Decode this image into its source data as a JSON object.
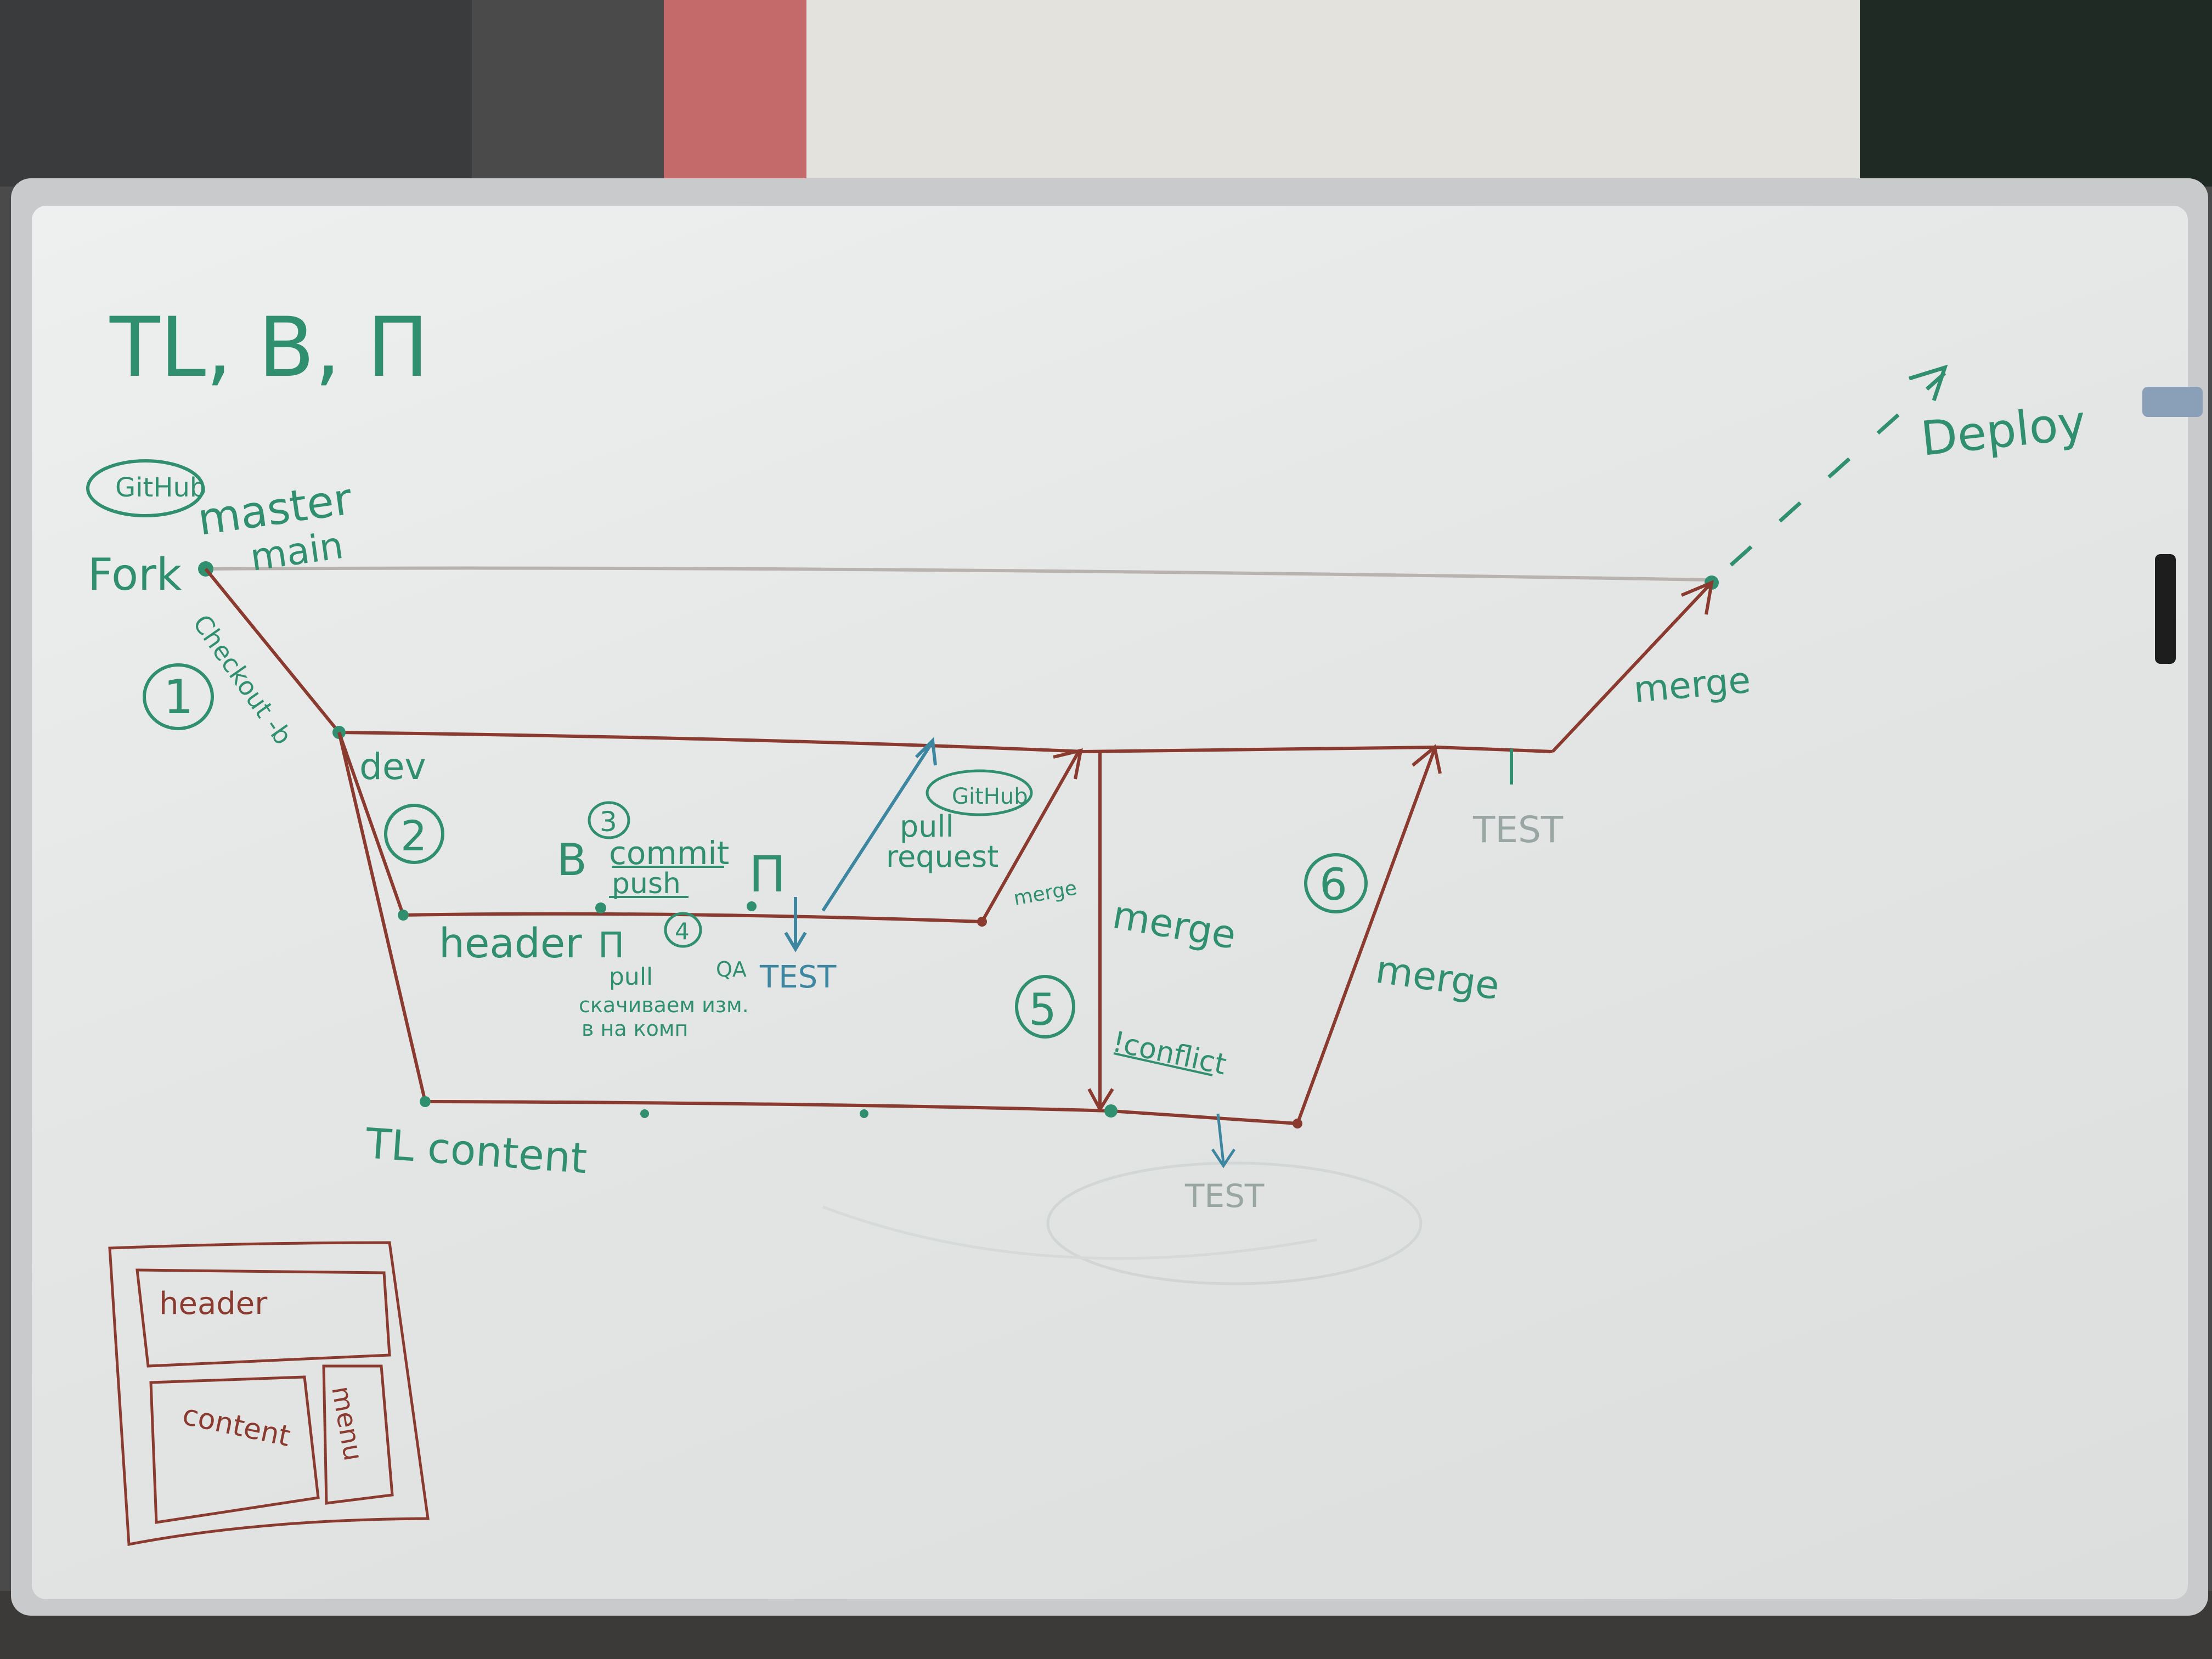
{
  "title": "TL, B, П",
  "github_badge_top": "GitHub",
  "fork_label": "Fork",
  "master_label": "master",
  "main_label": "main",
  "checkout_label": "Checkout -b",
  "step1": "1",
  "dev_label": "dev",
  "step2": "2",
  "step3": "3",
  "b_label": "B",
  "commit_label": "commit",
  "push_label": "push",
  "p_label_top": "П",
  "header_branch_label": "header",
  "p_label_header": "П",
  "step4": "4",
  "pull_label": "pull",
  "pull_desc_line1": "скачиваем изм.",
  "pull_desc_line2": "в на комп",
  "qa_label": "QA",
  "test_label_header": "TEST",
  "github_badge_pr": "GitHub",
  "pull_request_line1": "pull",
  "pull_request_line2": "request",
  "merge_small": "merge",
  "merge_center": "merge",
  "step5": "5",
  "conflict_label": "!conflict",
  "step6": "6",
  "merge_right": "merge",
  "merge_top": "merge",
  "test_label_dev": "TEST",
  "test_label_content": "TEST",
  "tl_content_label": "TL content",
  "deploy_label": "Deploy",
  "layout_header": "header",
  "layout_content": "content",
  "layout_menu": "menu",
  "colors": {
    "green_marker": "#2f8f6f",
    "brown_marker": "#8a3a2e",
    "blue_marker": "#3d86a0"
  }
}
